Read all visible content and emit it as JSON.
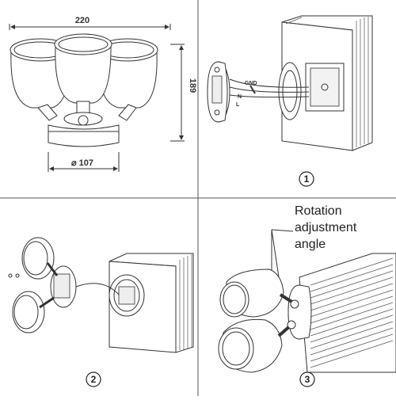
{
  "panels": {
    "dimensions": {
      "width": "220",
      "height": "189",
      "diameter": "⌀ 107"
    },
    "step1": {
      "number": "1",
      "wire_gnd": "GND",
      "wire_n": "N",
      "wire_l": "L"
    },
    "step2": {
      "number": "2"
    },
    "step3": {
      "number": "3",
      "rotation_label": [
        "Rotation",
        "adjustment",
        "angle"
      ]
    }
  }
}
